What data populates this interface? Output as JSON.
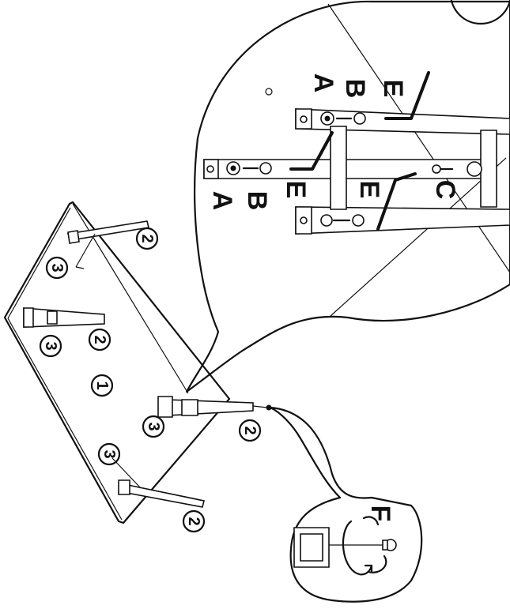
{
  "part_numbers": {
    "tabletop": "1",
    "leg": "2",
    "brace": "3"
  },
  "detail_letters": {
    "a": "A",
    "b": "B",
    "c": "C",
    "e": "E",
    "f": "F"
  },
  "ink_color": "#111111",
  "background_color": "#ffffff"
}
